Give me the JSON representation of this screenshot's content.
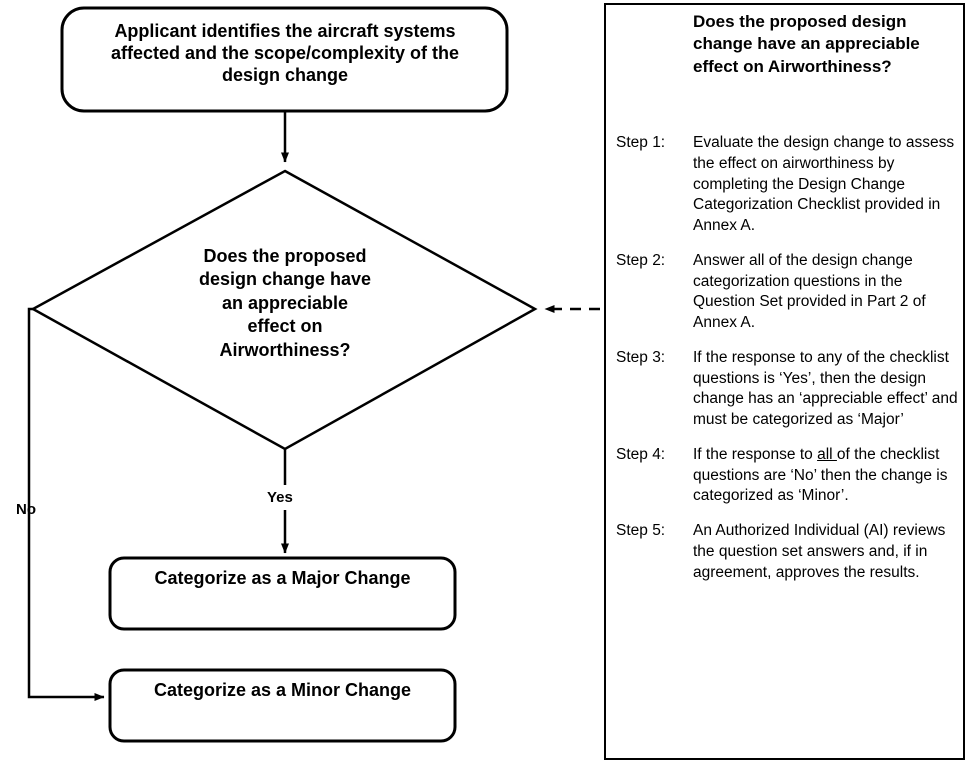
{
  "flowchart": {
    "start_box": {
      "text": "Applicant identifies the aircraft systems\naffected and the scope/complexity of the\ndesign change"
    },
    "decision": {
      "text": "Does the proposed\ndesign change have\nan appreciable\neffect on\nAirworthiness?"
    },
    "edges": {
      "yes_label": "Yes",
      "no_label": "No"
    },
    "major_box": {
      "text": "Categorize as a Major Change"
    },
    "minor_box": {
      "text": "Categorize as a Minor Change"
    },
    "colors": {
      "stroke": "#000000",
      "fill": "#ffffff",
      "text": "#000000"
    }
  },
  "panel": {
    "heading": "Does the proposed design change have an appreciable effect on Airworthiness?",
    "steps": [
      {
        "label": "Step 1:",
        "body": "Evaluate the design change to assess the effect on airworthiness by completing the Design Change Categorization Checklist provided in Annex A."
      },
      {
        "label": "Step 2:",
        "body": "Answer all of the design change categorization questions in the Question Set provided in Part 2 of Annex A."
      },
      {
        "label": "Step 3:",
        "body": "If the response to any of the checklist questions is ‘Yes’, then the design change has an ‘appreciable effect’ and must be categorized as ‘Major’"
      },
      {
        "label": "Step 4:",
        "body_pre": "If the response to ",
        "body_underline": "all ",
        "body_post": "of the checklist questions are ‘No’ then the change is categorized as ‘Minor’."
      },
      {
        "label": "Step 5:",
        "body": "An Authorized Individual (AI) reviews the question set answers and, if in agreement, approves the results."
      }
    ]
  }
}
